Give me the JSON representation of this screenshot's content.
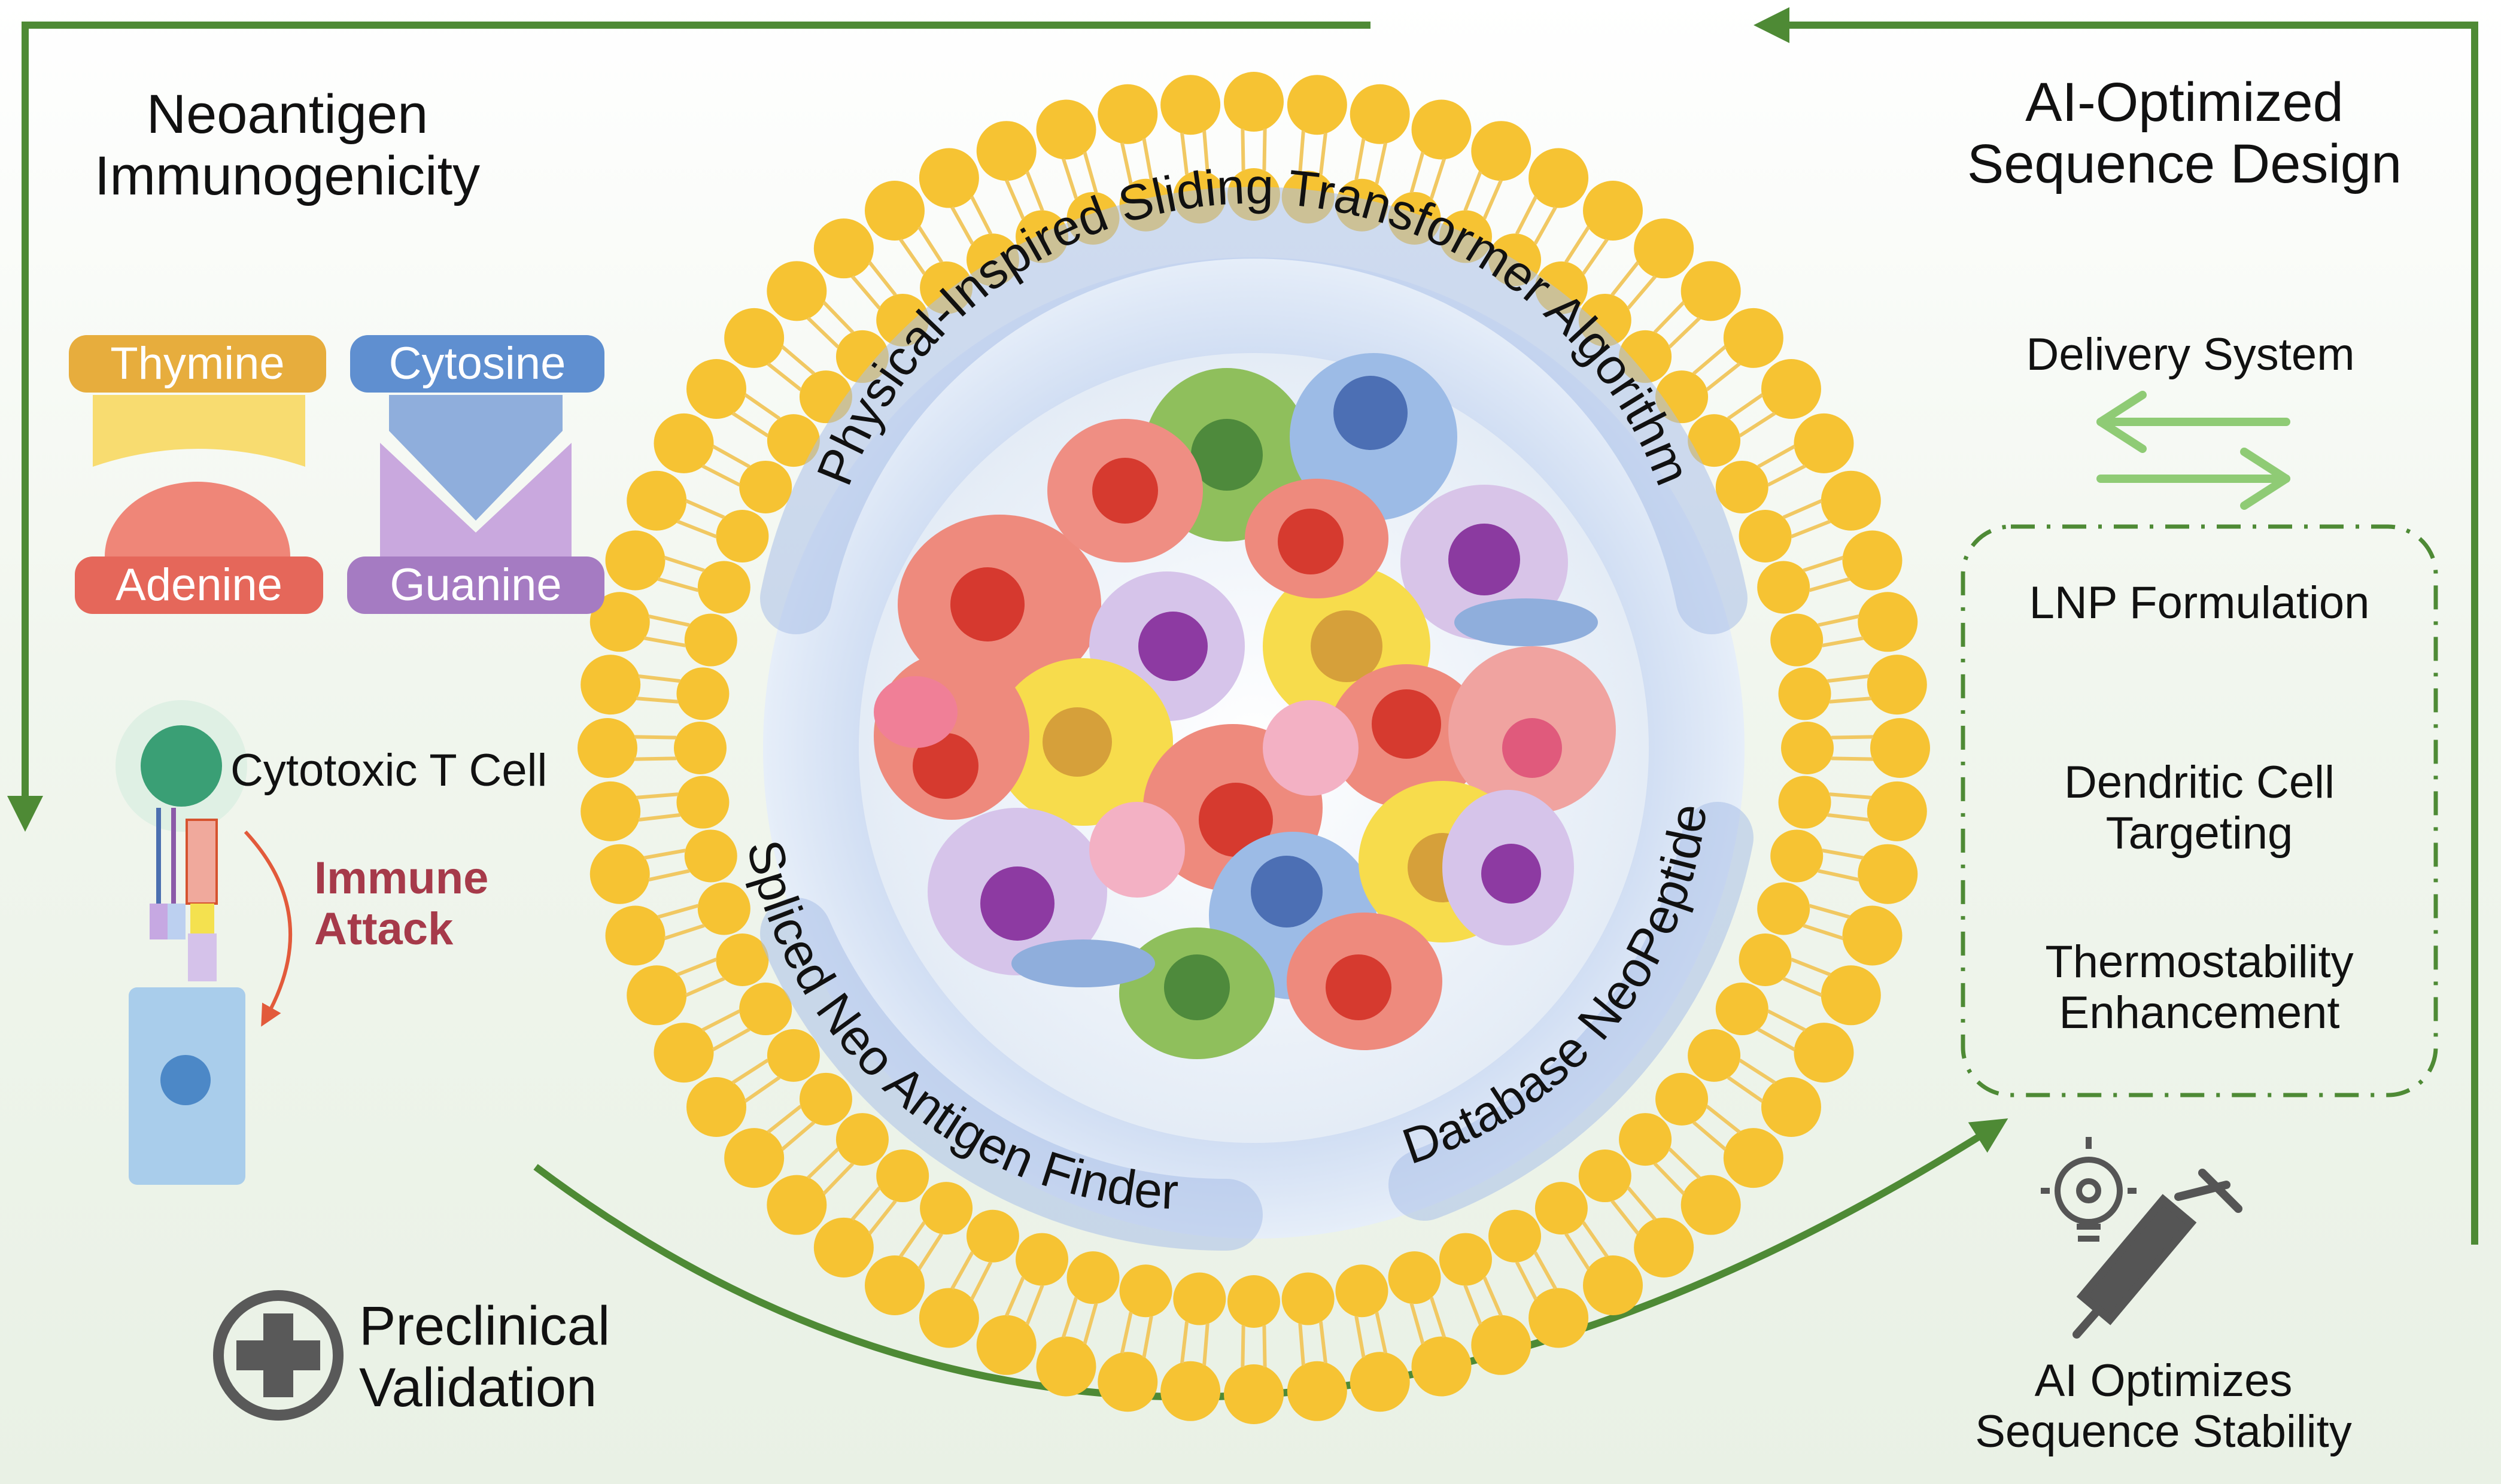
{
  "ring_texts": {
    "top": "Physical-Inspired Sliding Transformer Algorithm",
    "left": "Spliced Neo Antigen Finder",
    "right": "Database NeoPeptide"
  },
  "left_panel": {
    "title": "Neoantigen Immunogenicity",
    "bases": [
      "Thymine",
      "Cytosine",
      "Adenine",
      "Guanine"
    ],
    "t_cell": "Cytotoxic T Cell",
    "immune_attack": "Immune Attack"
  },
  "right_panel": {
    "title": "AI-Optimized Sequence Design",
    "delivery": "Delivery System",
    "box_items": [
      "LNP Formulation",
      "Dendritic Cell Targeting",
      "Thermostability Enhancement"
    ]
  },
  "bottom": {
    "preclinical": "Preclinical Validation",
    "ai_stability": "AI Optimizes Sequence Stability"
  },
  "colors": {
    "arrow_green": "#4e8a35",
    "lipid_yellow": "#f6c333",
    "thymine": "#e7ad3d",
    "cytosine": "#5f8fd0",
    "adenine": "#e5675a",
    "guanine": "#a57bc2",
    "immune_red": "#a63a4a"
  },
  "icons": [
    "plus-circle-icon",
    "lightbulb-icon",
    "syringe-icon",
    "t-cell-icon",
    "tumor-cell-icon"
  ]
}
